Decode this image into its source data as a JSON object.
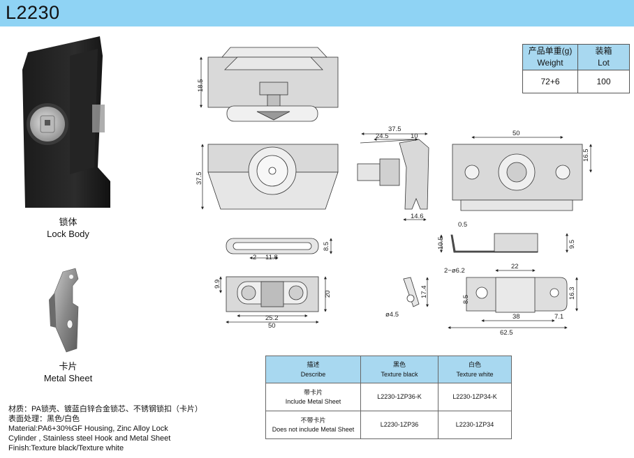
{
  "header": {
    "title": "L2230"
  },
  "captions": {
    "lock_body_cn": "锁体",
    "lock_body_en": "Lock Body",
    "metal_sheet_cn": "卡片",
    "metal_sheet_en": "Metal Sheet"
  },
  "material_lines": [
    "材质：PA锁壳、镀蓝白锌合金锁芯、不锈钢锁扣（卡片）",
    "表面处理：黑色/白色",
    "Material:PA6+30%GF Housing, Zinc Alloy Lock",
    "Cylinder , Stainless steel Hook and Metal Sheet",
    "Finish:Texture black/Texture white"
  ],
  "weight_table": {
    "weight_header_cn": "产品单重(g)",
    "weight_header_en": "Weight",
    "lot_header_cn": "装箱",
    "lot_header_en": "Lot",
    "weight_value": "72+6",
    "lot_value": "100"
  },
  "part_table": {
    "headers": [
      {
        "cn": "描述",
        "en": "Describe"
      },
      {
        "cn": "黑色",
        "en": "Texture black"
      },
      {
        "cn": "白色",
        "en": "Texture white"
      }
    ],
    "rows": [
      {
        "cn": "带卡片",
        "en": "Include Metal Sheet",
        "black": "L2230-1ZP36-K",
        "white": "L2230-1ZP34-K"
      },
      {
        "cn": "不带卡片",
        "en": "Does not include Metal Sheet",
        "black": "L2230-1ZP36",
        "white": "L2230-1ZP34"
      }
    ]
  },
  "dimensions": {
    "top_view_height": "18.5",
    "front_view_height": "37.5",
    "side_width": "37.5",
    "side_inner": "24.5",
    "side_cap": "10",
    "side_base": "14.6",
    "rear_width": "50",
    "rear_height": "16.5",
    "hook_height": "8.5",
    "hook_gap": "2",
    "hook_len": "11.8",
    "sheet_thk": "0.5",
    "sheet_fold": "10.5",
    "sheet_h": "9.5",
    "bot_h1": "9.9",
    "bot_h2": "20",
    "bot_w1": "25.2",
    "bot_w2": "50",
    "pin_h": "17.4",
    "pin_dia": "ø4.5",
    "holes": "2−ø6.2",
    "plate_w": "22",
    "plate_hole_h": "8.5",
    "plate_h": "16.3",
    "plate_pitch": "38",
    "plate_edge": "7.1",
    "plate_len": "62.5"
  }
}
